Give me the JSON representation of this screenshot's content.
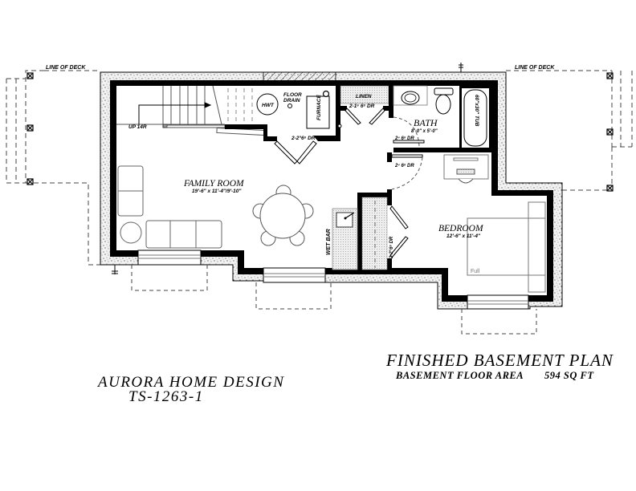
{
  "drawing": {
    "title": "FINISHED BASEMENT PLAN",
    "floor_area_label": "BASEMENT FLOOR AREA",
    "floor_area_value": "594 SQ FT",
    "company": "AURORA HOME DESIGN",
    "model": "TS-1263-1"
  },
  "deck": {
    "left_label": "LINE OF DECK",
    "right_label": "LINE OF DECK"
  },
  "stairs": {
    "label": "UP 14R"
  },
  "rooms": {
    "family": {
      "name": "FAMILY ROOM",
      "dims": "19'-6\" x 11'-4\"/9'-10\""
    },
    "bedroom": {
      "name": "BEDROOM",
      "dims": "12'-6\" x 11'-4\""
    },
    "bath": {
      "name": "BATH",
      "dims": "8'-0\" x 5'-0\""
    }
  },
  "fixtures": {
    "hwt": "HWT",
    "floor_drain": [
      "FLOOR",
      "DRAIN"
    ],
    "furnace": "FURNACE",
    "linen": "LINEN",
    "tub": "60\"x30\" TUB",
    "wet_bar": "WET BAR",
    "bed": "Full"
  },
  "doors": {
    "mech": "2-2°6⁸ DR",
    "linen": "2-1⁶ 6⁸ DR",
    "bath_upper": "2⁴ 6⁸ DR",
    "bath_lower": "2⁴ 6⁸ DR",
    "closet": "2-2°6⁸ DR"
  },
  "colors": {
    "wall": "#000000",
    "foundation_fill": "#e8e8e8",
    "line": "#555555"
  }
}
